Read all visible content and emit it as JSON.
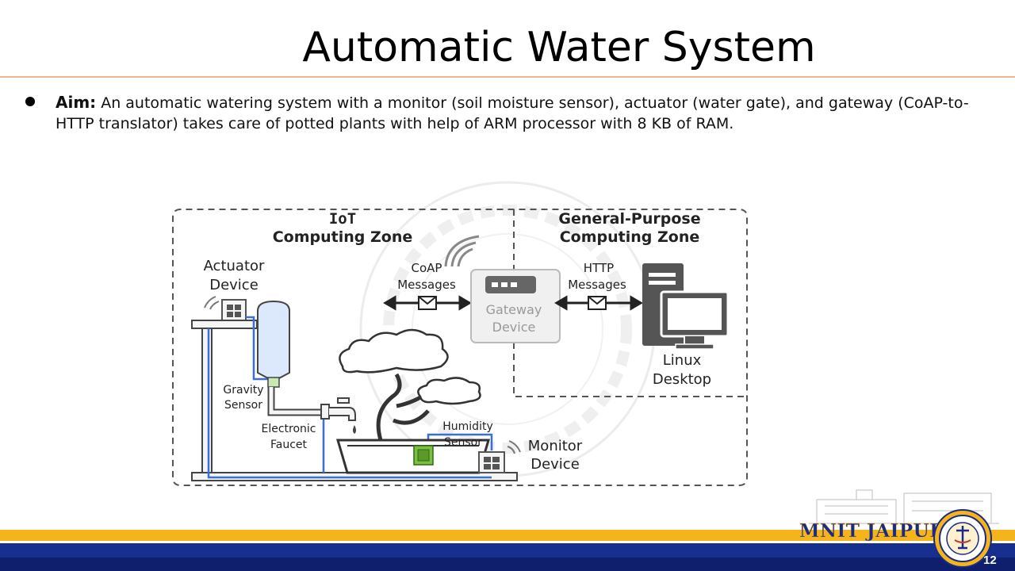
{
  "slide": {
    "title": "Automatic Water System",
    "aim_label": "Aim:",
    "aim_text": " An automatic watering system with a monitor (soil moisture sensor), actuator (water gate), and gateway (CoAP-to-HTTP translator) takes care of potted plants with help of ARM processor with 8 KB of RAM.",
    "page_number": "12"
  },
  "diagram": {
    "iot_zone_line1": "IoT",
    "iot_zone_line2": "Computing Zone",
    "gp_zone_line1": "General-Purpose",
    "gp_zone_line2": "Computing Zone",
    "actuator_line1": "Actuator",
    "actuator_line2": "Device",
    "coap_line1": "CoAP",
    "coap_line2": "Messages",
    "gateway_line1": "Gateway",
    "gateway_line2": "Device",
    "http_line1": "HTTP",
    "http_line2": "Messages",
    "linux_line1": "Linux",
    "linux_line2": "Desktop",
    "gravity_line1": "Gravity",
    "gravity_line2": "Sensor",
    "faucet_line1": "Electronic",
    "faucet_line2": "Faucet",
    "humidity_line1": "Humidity",
    "humidity_line2": "Sensor",
    "monitor_line1": "Monitor",
    "monitor_line2": "Device"
  },
  "footer": {
    "logo_text": "MNIT JAIPUR"
  },
  "colors": {
    "accent_rule": "#f2b48a",
    "footer_gold": "#f4b41a",
    "footer_blue": "#172f8f",
    "pipe_blue": "#3a6fd8",
    "tank_fill": "#dce8fb"
  }
}
